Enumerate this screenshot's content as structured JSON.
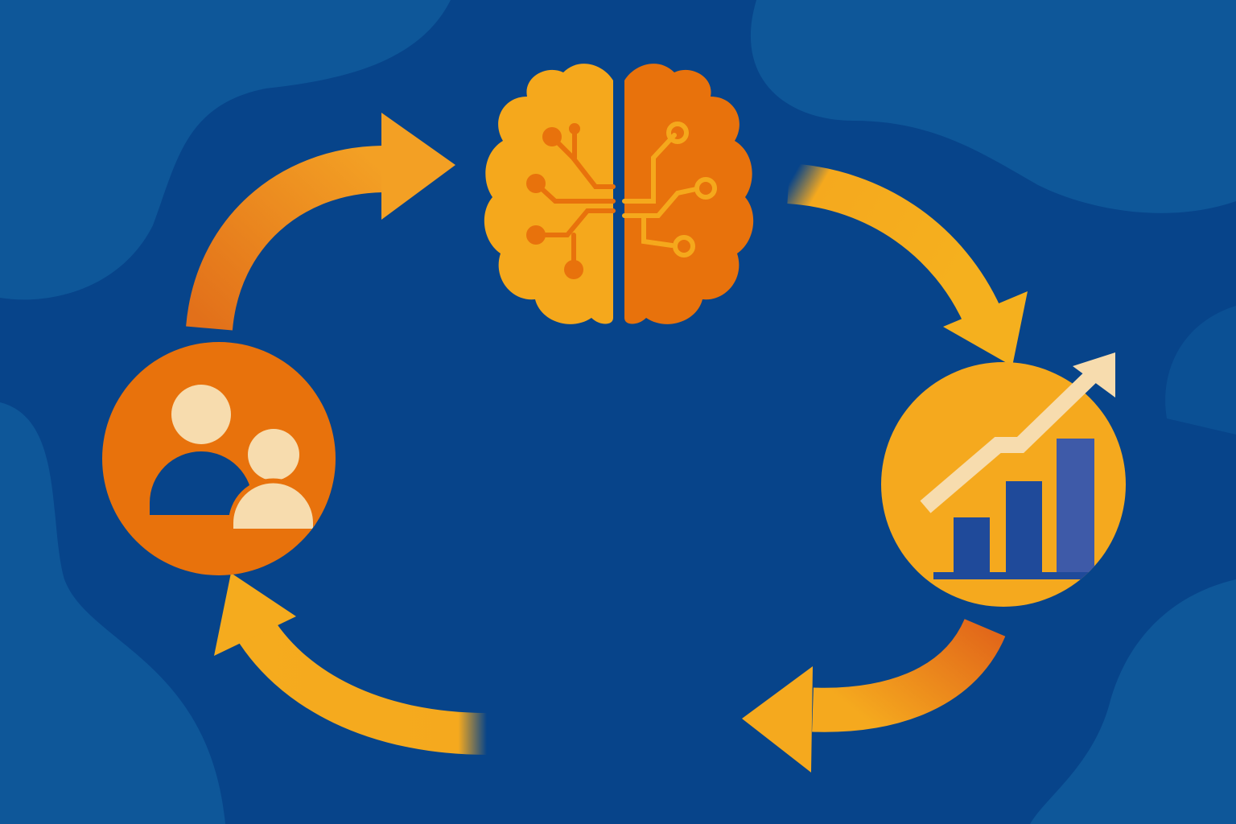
{
  "diagram": {
    "type": "cycle",
    "nodes": [
      {
        "id": "ai",
        "icon": "brain-circuit-icon"
      },
      {
        "id": "growth",
        "icon": "bar-chart-growth-icon"
      },
      {
        "id": "people",
        "icon": "users-icon"
      }
    ],
    "edges": [
      {
        "from": "people",
        "to": "ai"
      },
      {
        "from": "ai",
        "to": "growth"
      },
      {
        "from": "growth",
        "to": "people"
      },
      {
        "from": "growth",
        "to": "people"
      }
    ]
  },
  "colors": {
    "background": "#07448a",
    "background_blob": "#0e5799",
    "orange": "#e8720c",
    "yellow": "#f5a91e",
    "cream": "#f7dcae",
    "bar_blue": "#1f4a9a"
  }
}
